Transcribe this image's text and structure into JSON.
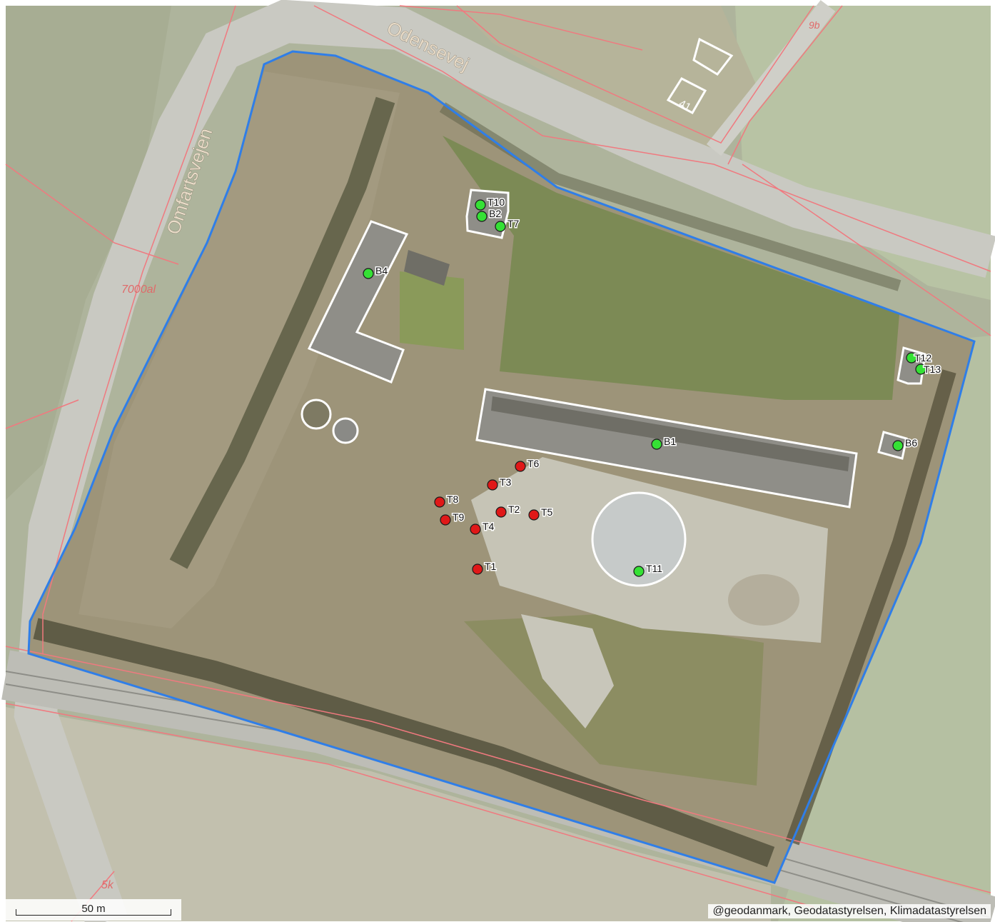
{
  "roads": [
    {
      "id": "odensevej",
      "label": "Odensevej"
    },
    {
      "id": "omfartsvejen",
      "label": "Omfartsvejen"
    }
  ],
  "parcel_labels": [
    "7000al",
    "5k",
    "9b"
  ],
  "house_number": "41",
  "colors": {
    "boundary": "#2f7ee8",
    "parcel_lines": "#f0797f",
    "building_outline": "#ffffff",
    "point_green": "#35e135",
    "point_red": "#e01818"
  },
  "points": [
    {
      "id": "T10",
      "color": "green"
    },
    {
      "id": "B2",
      "color": "green"
    },
    {
      "id": "T7",
      "color": "green"
    },
    {
      "id": "B4",
      "color": "green"
    },
    {
      "id": "T12",
      "color": "green"
    },
    {
      "id": "T13",
      "color": "green"
    },
    {
      "id": "B6",
      "color": "green"
    },
    {
      "id": "B1",
      "color": "green"
    },
    {
      "id": "T11",
      "color": "green"
    },
    {
      "id": "T6",
      "color": "red"
    },
    {
      "id": "T3",
      "color": "red"
    },
    {
      "id": "T8",
      "color": "red"
    },
    {
      "id": "T2",
      "color": "red"
    },
    {
      "id": "T5",
      "color": "red"
    },
    {
      "id": "T9",
      "color": "red"
    },
    {
      "id": "T4",
      "color": "red"
    },
    {
      "id": "T1",
      "color": "red"
    }
  ],
  "scale_bar": {
    "label": "50 m"
  },
  "attribution": "@geodanmark, Geodatastyrelsen, Klimadatastyrelsen"
}
